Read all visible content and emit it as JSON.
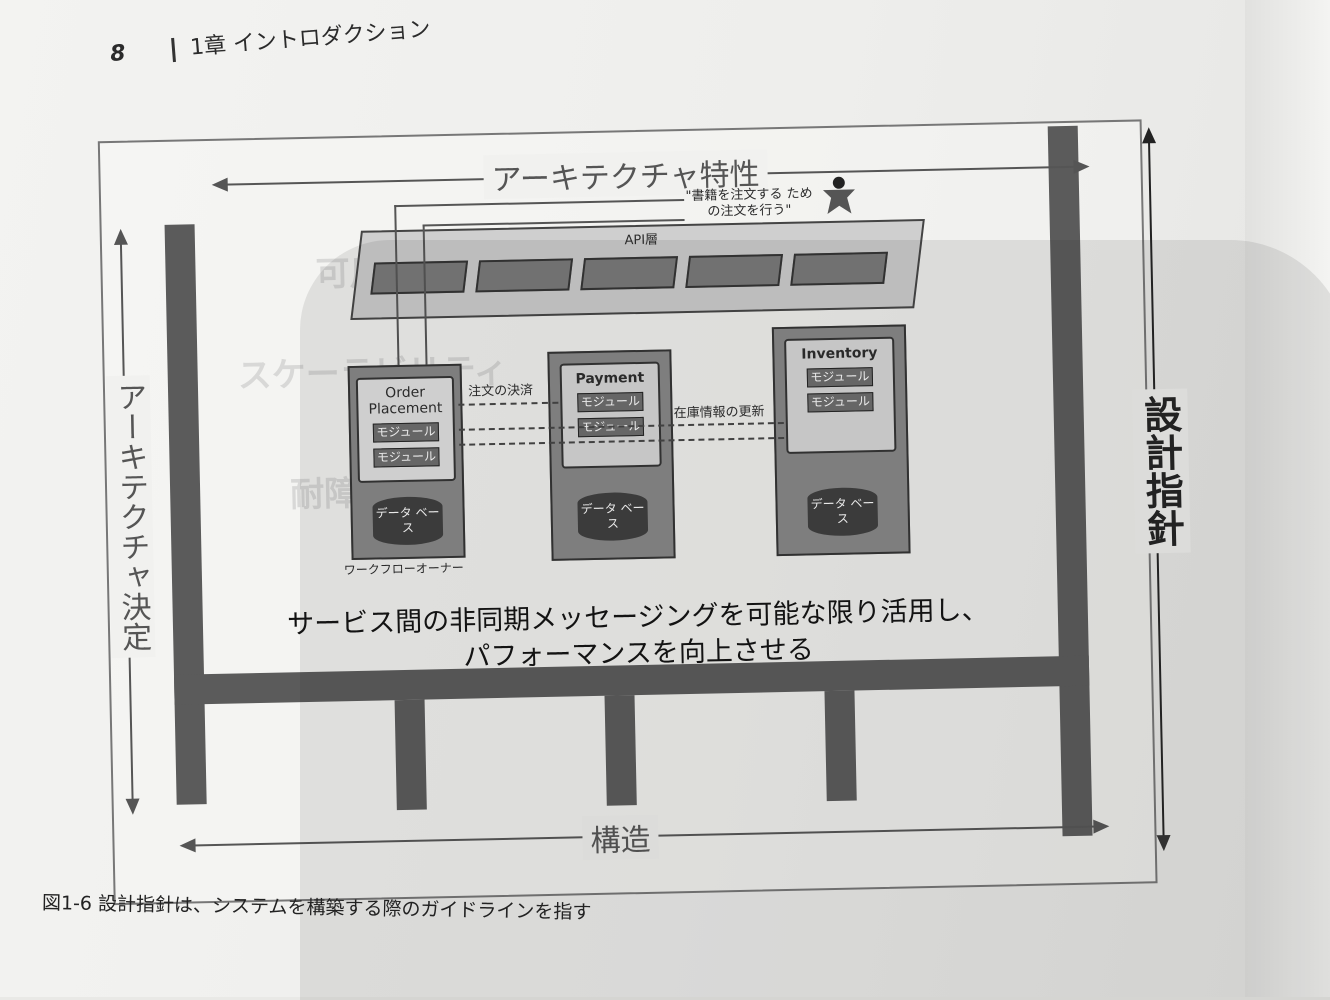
{
  "header": {
    "page_number": "8",
    "chapter": "1章 イントロダクション"
  },
  "figure": {
    "top_label": "アーキテクチャ特性",
    "left_label": "アーキテクチャ決定",
    "right_label": "設計指針",
    "bottom_label": "構造",
    "user_quote": "\"書籍を注文する ための注文を行う\"",
    "api_layer": "API層",
    "services": [
      {
        "name": "Order Placement",
        "modules": [
          "モジュール",
          "モジュール"
        ],
        "db": "データ ベース"
      },
      {
        "name": "Payment",
        "modules": [
          "モジュール",
          "モジュール"
        ],
        "db": "データ ベース"
      },
      {
        "name": "Inventory",
        "modules": [
          "モジュール",
          "モジュール"
        ],
        "db": "データ ベース"
      }
    ],
    "flow_labels": {
      "payment": "注文の決済",
      "inventory": "在庫情報の更新",
      "owner": "ワークフローオーナー"
    },
    "main_text_line1": "サービス間の非同期メッセージングを可能な限り活用し、",
    "main_text_line2": "パフォーマンスを向上させる"
  },
  "caption": "図1-6 設計指針は、システムを構築する際のガイドラインを指す"
}
